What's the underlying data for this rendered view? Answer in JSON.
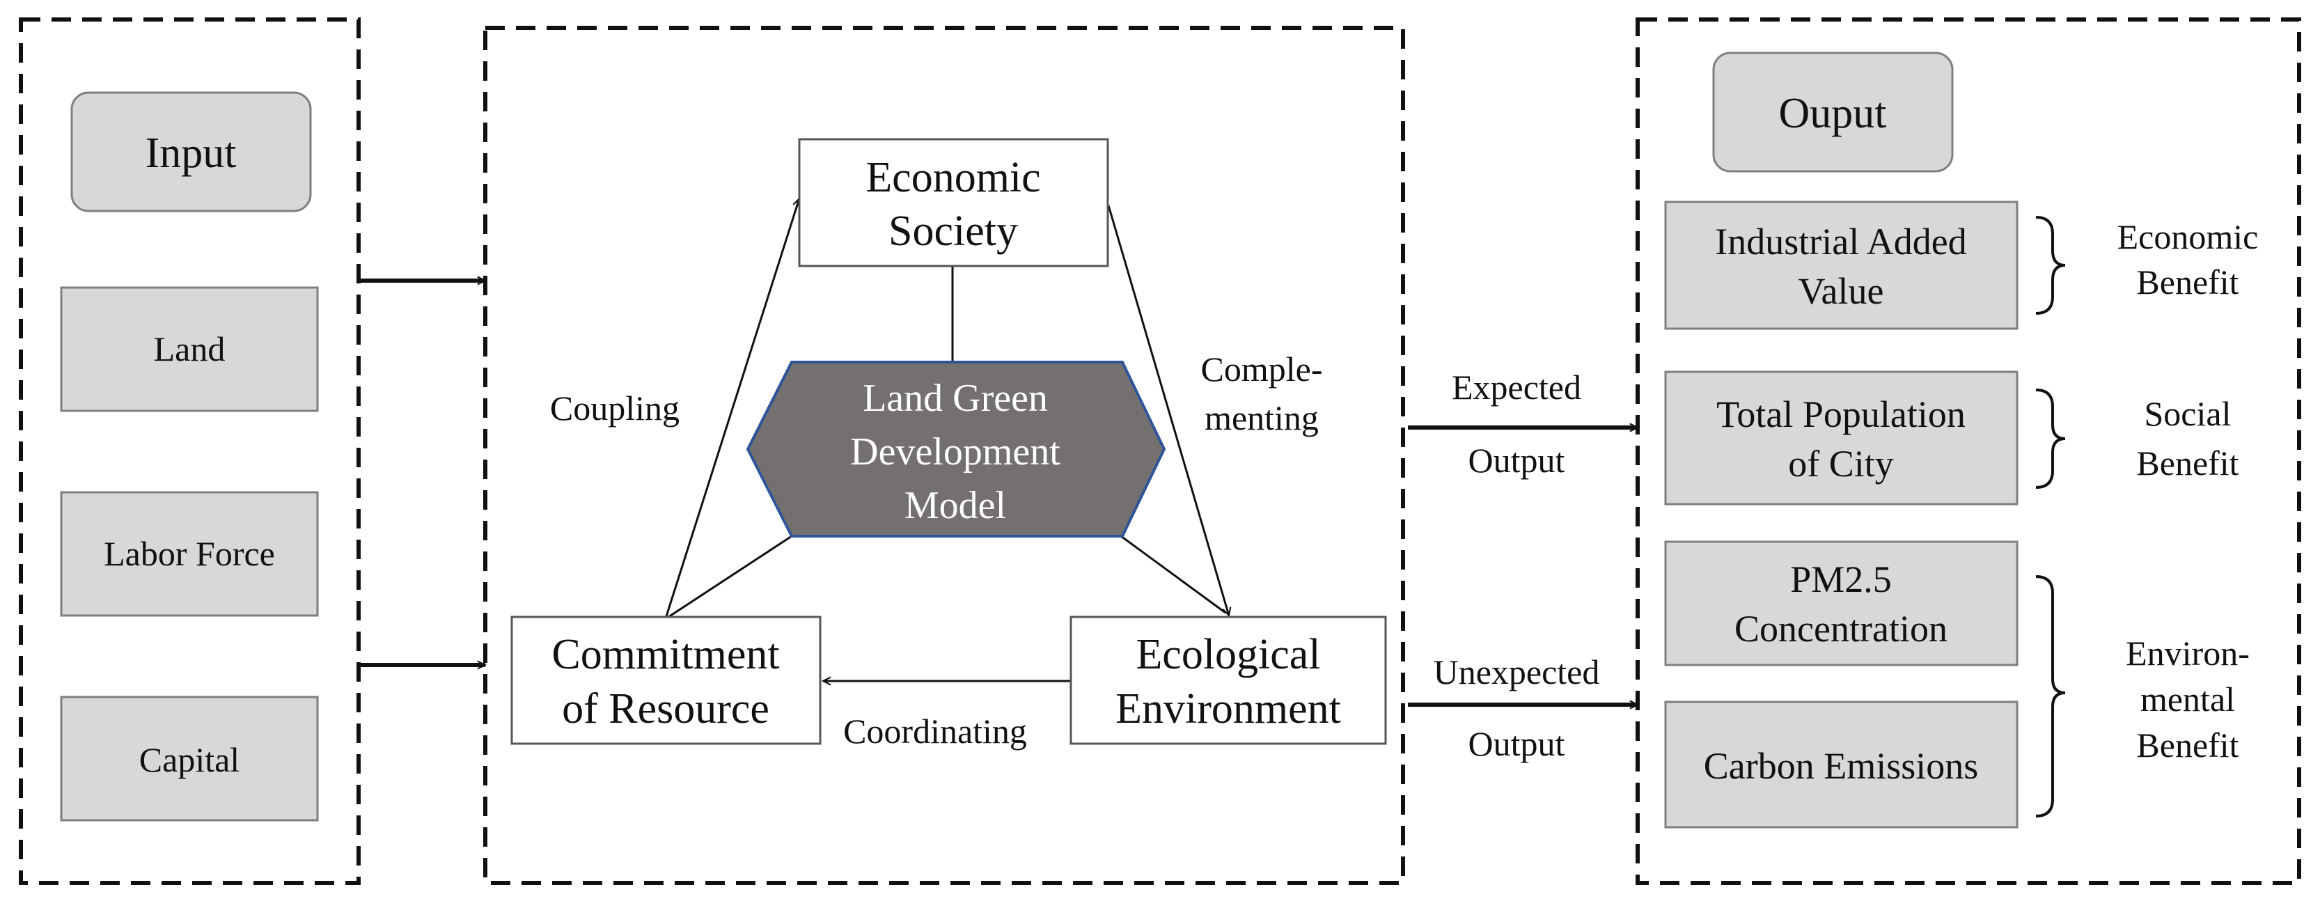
{
  "input": {
    "header": "Input",
    "items": [
      "Land",
      "Labor Force",
      "Capital"
    ]
  },
  "model": {
    "center": [
      "Land Green",
      "Development",
      "Model"
    ],
    "economic_society": [
      "Economic",
      "Society"
    ],
    "commitment_of_resource": [
      "Commitment",
      "of Resource"
    ],
    "ecological_environment": [
      "Ecological",
      "Environment"
    ],
    "relations": {
      "coupling": "Coupling",
      "complementing": [
        "Comple-",
        "menting"
      ],
      "coordinating": "Coordinating"
    }
  },
  "flows": {
    "expected": [
      "Expected",
      "Output"
    ],
    "unexpected": [
      "Unexpected",
      "Output"
    ]
  },
  "output": {
    "header": "Ouput",
    "items": {
      "industrial_added_value": [
        "Industrial Added",
        "Value"
      ],
      "total_population": [
        "Total Population",
        "of City"
      ],
      "pm25": [
        "PM2.5",
        "Concentration"
      ],
      "carbon_emissions": "Carbon Emissions"
    },
    "benefits": {
      "economic": [
        "Economic",
        "Benefit"
      ],
      "social": [
        "Social",
        "Benefit"
      ],
      "environmental": [
        "Environ-",
        "mental",
        "Benefit"
      ]
    }
  },
  "colors": {
    "box_fill": "#d9d7d7",
    "box_stroke": "#7f7f7f",
    "hex_fill": "#747070",
    "hex_stroke": "#2e5597",
    "line": "#111111"
  }
}
